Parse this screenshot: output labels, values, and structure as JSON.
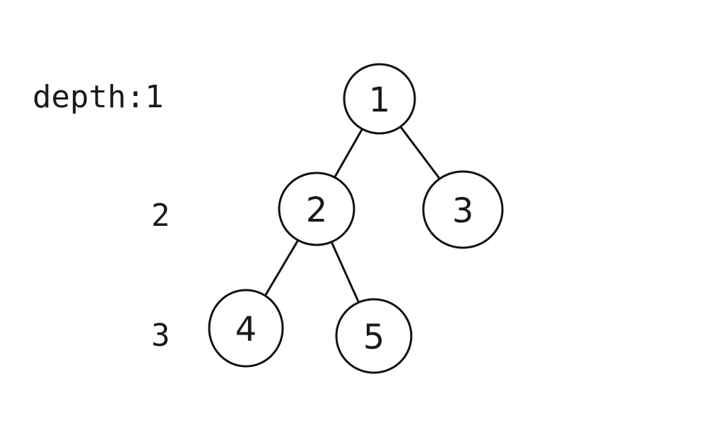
{
  "depth_labels": [
    {
      "id": "depth-1",
      "text": "depth:1"
    },
    {
      "id": "depth-2",
      "text": "2"
    },
    {
      "id": "depth-3",
      "text": "3"
    }
  ],
  "nodes": [
    {
      "id": "n1",
      "label": "1",
      "depth": 1
    },
    {
      "id": "n2",
      "label": "2",
      "depth": 2
    },
    {
      "id": "n3",
      "label": "3",
      "depth": 2
    },
    {
      "id": "n4",
      "label": "4",
      "depth": 3
    },
    {
      "id": "n5",
      "label": "5",
      "depth": 3
    }
  ],
  "edges": [
    {
      "from": "n1",
      "to": "n2"
    },
    {
      "from": "n1",
      "to": "n3"
    },
    {
      "from": "n2",
      "to": "n4"
    },
    {
      "from": "n2",
      "to": "n5"
    }
  ],
  "colors": {
    "stroke": "#111111",
    "text": "#1a1a1a",
    "background": "#ffffff"
  }
}
